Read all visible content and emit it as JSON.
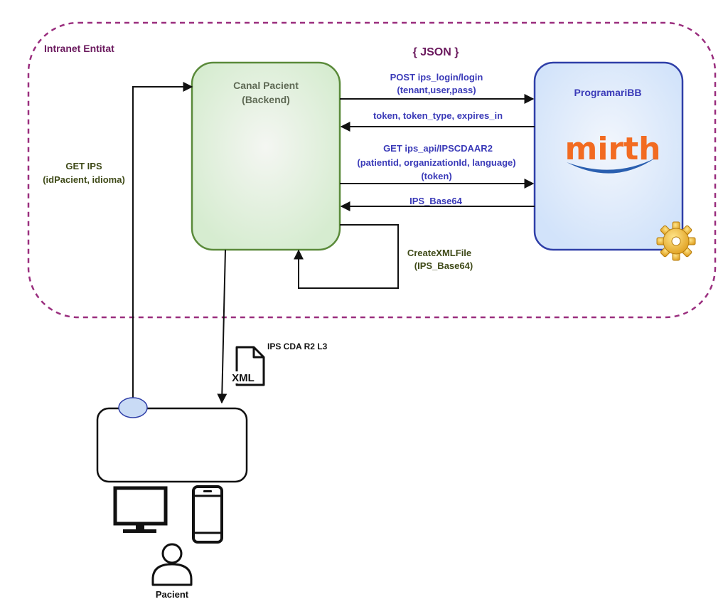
{
  "intranet": {
    "label": "Intranet Entitat",
    "format_label": "{ JSON }"
  },
  "canal": {
    "title": "Canal Pacient",
    "subtitle": "(Backend)"
  },
  "programari": {
    "title": "ProgramariBB",
    "logo_text": "mirth",
    "logo_icon": "gear-icon"
  },
  "messages": {
    "login_line1": "POST ips_login/login",
    "login_line2": "(tenant,user,pass)",
    "token_response": "token, token_type, expires_in",
    "get_line1": "GET ips_api/IPSCDAAR2",
    "get_line2": "(patientid, organizationId, language)",
    "get_line3": "(token)",
    "ips_response": "IPS_Base64",
    "create_line1": "CreateXMLFile",
    "create_line2": "(IPS_Base64)"
  },
  "client": {
    "get_ips_line1": "GET IPS",
    "get_ips_line2": "(idPacient, idioma)",
    "document_label": "IPS CDA R2 L3",
    "file_type": "XML",
    "patient_label": "Pacient",
    "device_icons": [
      "monitor-icon",
      "smartphone-icon",
      "person-icon"
    ]
  },
  "colors": {
    "boundary": "#9a2e7e",
    "canal_fill": "#dcefd6",
    "canal_border": "#5a8a3a",
    "programari_fill": "#d6e6fb",
    "programari_border": "#2f3fa8",
    "mirth_orange": "#f26b21",
    "mirth_blue": "#2a5fb0"
  }
}
